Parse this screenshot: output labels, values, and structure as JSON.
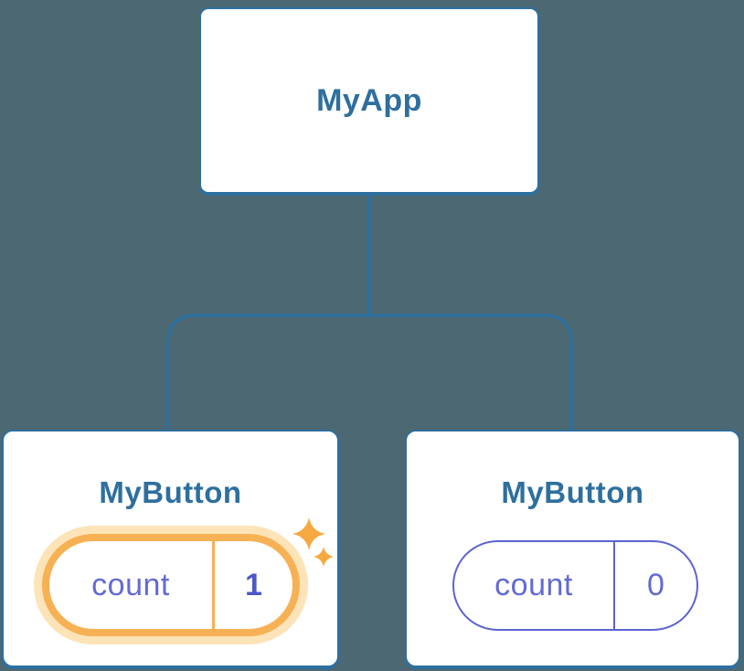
{
  "diagram": {
    "root": {
      "label": "MyApp"
    },
    "children": [
      {
        "label": "MyButton",
        "state": {
          "key": "count",
          "value": "1"
        },
        "highlighted": true
      },
      {
        "label": "MyButton",
        "state": {
          "key": "count",
          "value": "0"
        },
        "highlighted": false
      }
    ]
  },
  "icons": {
    "sparkles": "two four-pointed star glyphs marking updated state"
  },
  "colors": {
    "background": "#4c6872",
    "node_fill": "#ffffff",
    "node_border": "#2e6f9e",
    "node_label": "#2e6f9e",
    "connector": "#2e6f9e",
    "state_text": "#636ad3",
    "state_value_updated": "#4d57c9",
    "state_pill_border": "#5b64cf",
    "highlight_ring": "#f7b155",
    "highlight_glow": "#fce4b8",
    "sparkle": "#f6a940"
  }
}
